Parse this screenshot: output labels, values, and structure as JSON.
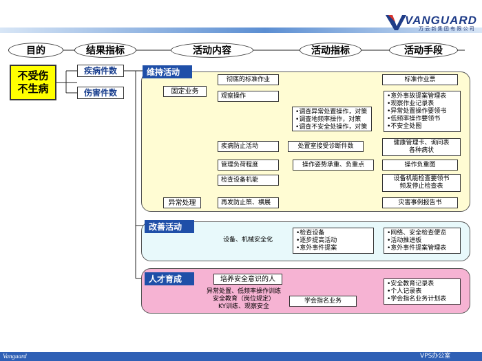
{
  "logo": {
    "brand": "VANGUARD",
    "sub": "万 云 新 集 团 有 限 公 司"
  },
  "headers": [
    "目的",
    "结果指标",
    "活动内容",
    "活动指标",
    "活动手段"
  ],
  "purpose": {
    "line1": "不受伤",
    "line2": "不生病"
  },
  "results": [
    "疾病件数",
    "伤害件数"
  ],
  "sections": {
    "maintain": "维持活动",
    "improve": "改善活动",
    "talent": "人才育成"
  },
  "maintain": {
    "fixed": "固定业务",
    "abnormal": "异常处理",
    "rows": [
      {
        "content": "彻底的标准作业",
        "means": "标准作业票"
      },
      {
        "content": "观察操作"
      },
      {
        "content": "疾病防止活动",
        "indicator": "处置室接受诊断件数",
        "means": "健康管理卡、询问表\n各种病状"
      },
      {
        "content": "管理负荷程度",
        "indicator": "操作姿势承重、负重点",
        "means": "操作负重图"
      },
      {
        "content": "检查设备机能",
        "means": "设备机能检查要领书\n频发停止检查表"
      },
      {
        "content": "再发防止策、横展",
        "means": "灾害事例报告书"
      }
    ],
    "observe_indicators": [
      "•调查异常处置操作，对策",
      "•调查地频率操作，对策",
      "•调查不安全处操作，对策"
    ],
    "observe_means": [
      "•意外事故提案管理表",
      "•观察作业记录表",
      "•异常处置操作要领书",
      "•低频率操作要领书",
      "•不安全处图"
    ]
  },
  "improve": {
    "content": "设备、机械安全化",
    "indicators": [
      "•检查设备",
      "•逐步提高活动",
      "•意外事件提案"
    ],
    "means": [
      "•网络、安全检查便览",
      "•活动推进板",
      "•意外事件提案管理表"
    ]
  },
  "talent": {
    "content": "培养安全意识的人",
    "activities": [
      "异常处置、低频率操作训练",
      "安全教育（岗位规定）",
      "KY训练、观察安全"
    ],
    "indicator": "学会指名业务",
    "means": [
      "•安全教育记录表",
      "•个人记录表",
      "•学会指名业务计划表"
    ]
  },
  "footer": {
    "left": "Vanguard",
    "right": "VPS办公室"
  }
}
